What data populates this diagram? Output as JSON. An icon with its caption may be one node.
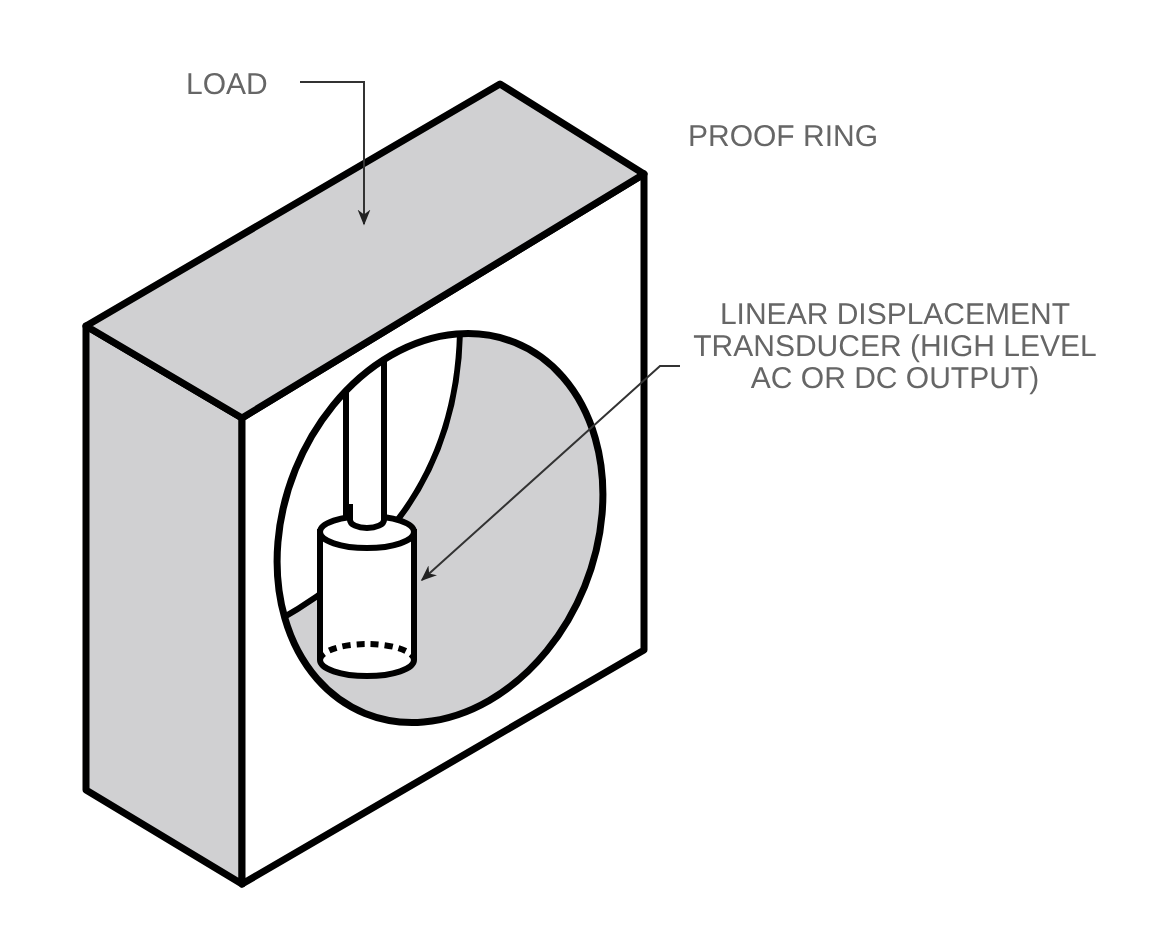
{
  "diagram": {
    "nodes": [
      {
        "text": [
          "LOAD"
        ]
      },
      {
        "text": [],
        "shape": "box"
      },
      {
        "text": [
          "LINEAR DISPLACEMENT TRANSDUCER (HIGH LEVEL AC OR DC OUTPUT)"
        ]
      },
      {
        "text": [],
        "shape": "cylinder"
      }
    ],
    "edges": [
      {
        "from": 0,
        "to": 1,
        "arrow": "to"
      },
      {
        "from": 2,
        "to": 3,
        "arrow": "to"
      }
    ],
    "labels": [
      "PROOF RING"
    ]
  }
}
